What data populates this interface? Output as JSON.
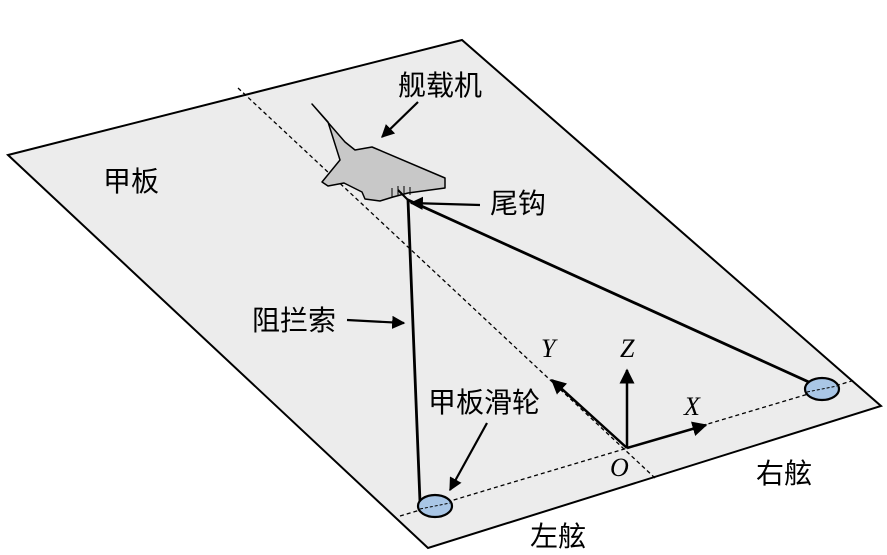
{
  "labels": {
    "aircraft": "舰载机",
    "deck": "甲板",
    "tailhook": "尾钩",
    "arresting_cable": "阻拦索",
    "deck_pulley": "甲板滑轮",
    "port": "左舷",
    "starboard": "右舷"
  },
  "axes": {
    "x": "X",
    "y": "Y",
    "z": "Z",
    "origin": "O"
  },
  "colors": {
    "deck_fill": "#ececec",
    "aircraft_fill": "#c8c8c8",
    "pulley_fill": "#a9c6e6",
    "stroke": "#000000"
  }
}
